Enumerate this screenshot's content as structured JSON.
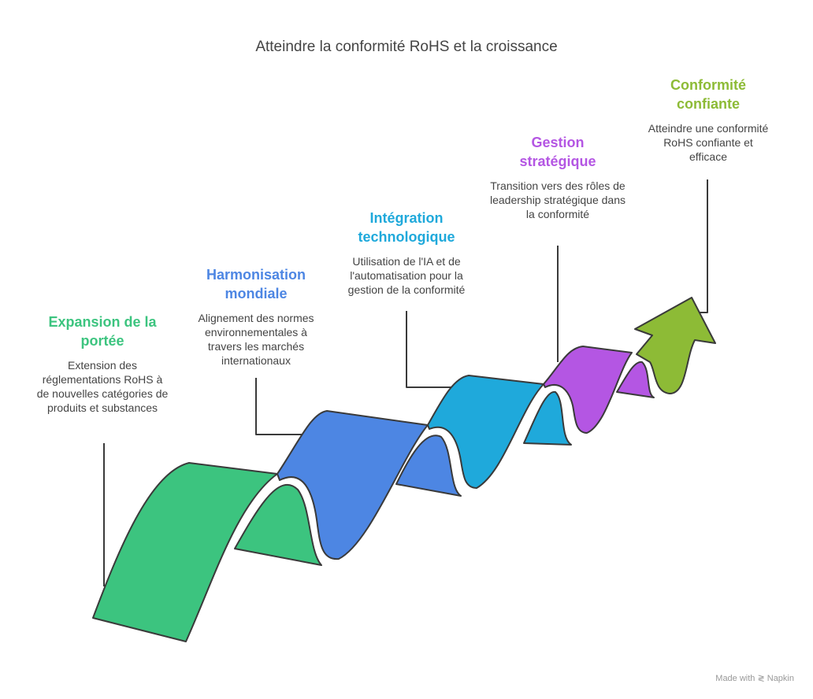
{
  "title": "Atteindre la conformité RoHS et la croissance",
  "steps": [
    {
      "title": "Expansion de la portée",
      "desc": "Extension des réglementations RoHS à de nouvelles catégories de produits et substances",
      "color": "#3cc47f"
    },
    {
      "title": "Harmonisation mondiale",
      "desc": "Alignement des normes environnementales à travers les marchés internationaux",
      "color": "#4d86e3"
    },
    {
      "title": "Intégration technologique",
      "desc": "Utilisation de l'IA et de l'automatisation pour la gestion de la conformité",
      "color": "#1fa9db"
    },
    {
      "title": "Gestion stratégique",
      "desc": "Transition vers des rôles de leadership stratégique dans la conformité",
      "color": "#b456e3"
    },
    {
      "title": "Conformité confiante",
      "desc": "Atteindre une conformité RoHS confiante et efficace",
      "color": "#8dbb36"
    }
  ],
  "footer": "Made with ≷ Napkin"
}
